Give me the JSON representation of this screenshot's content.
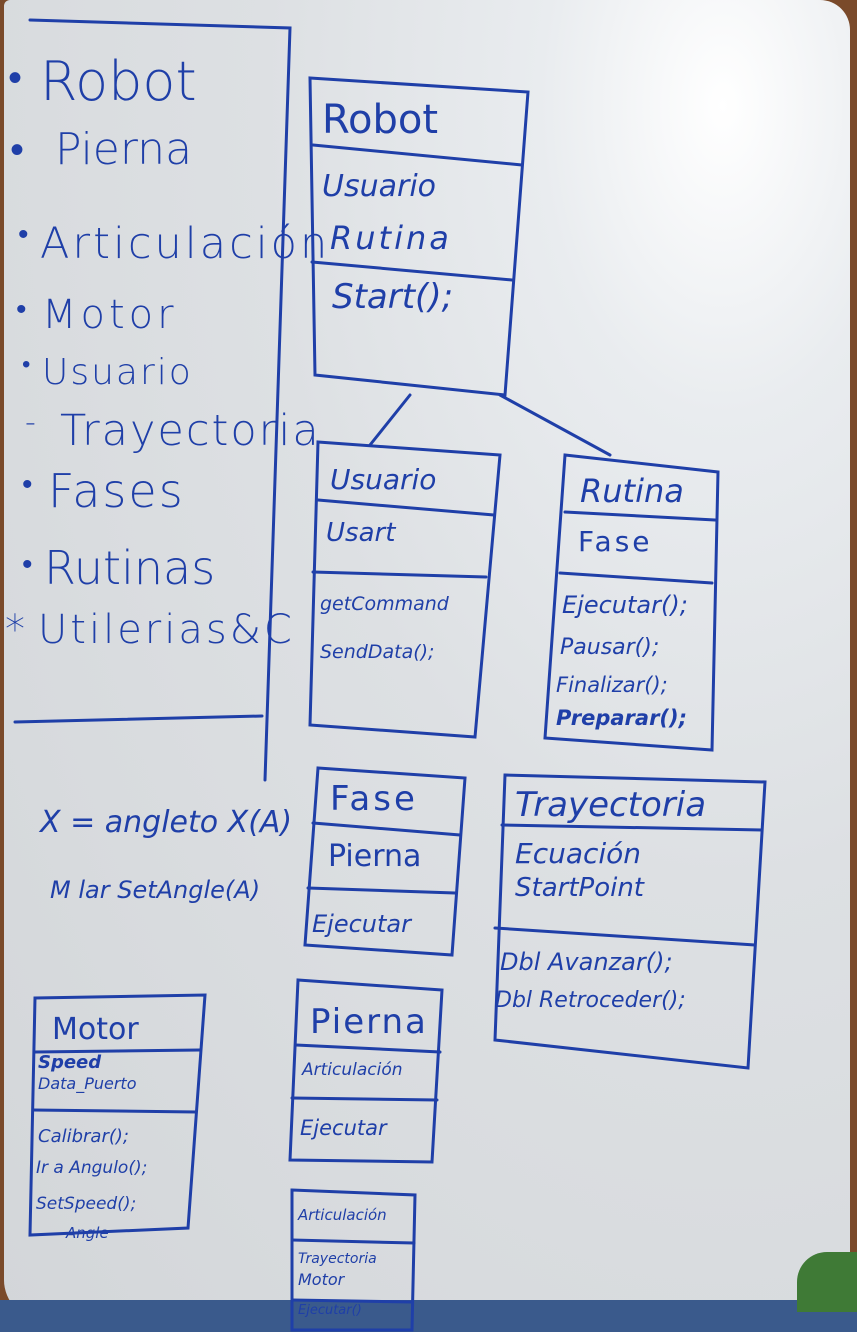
{
  "board": {
    "list": [
      "Robot",
      "Pierna",
      "Articulación",
      "Motor",
      "Usuario",
      "Trayectoria",
      "Fases",
      "Rutinas",
      "Utilerias&C"
    ],
    "notes": [
      "X = angleto X(A)",
      "M lar SetAngle(A)"
    ],
    "robot": {
      "title": "Robot",
      "attrs": [
        "Usuario",
        "Rutina"
      ],
      "methods": [
        "Start();"
      ]
    },
    "usuario": {
      "title": "Usuario",
      "attrs": [
        "Usart"
      ],
      "methods": [
        "getCommand",
        "SendData();"
      ]
    },
    "rutina": {
      "title": "Rutina",
      "attrs": [
        "Fase"
      ],
      "methods": [
        "Ejecutar();",
        "Pausar();",
        "Finalizar();",
        "Preparar();"
      ]
    },
    "fase": {
      "title": "Fase",
      "attrs": [
        "Pierna"
      ],
      "methods": [
        "Ejecutar"
      ]
    },
    "trayectoria": {
      "title": "Trayectoria",
      "attrs": [
        "Ecuación",
        "StartPoint"
      ],
      "methods": [
        "Dbl Avanzar();",
        "Dbl Retroceder();"
      ]
    },
    "pierna": {
      "title": "Pierna",
      "attrs": [
        "Articulación"
      ],
      "methods": [
        "Ejecutar"
      ]
    },
    "motor": {
      "title": "Motor",
      "attrs": [
        "Speed",
        "Data_Puerto"
      ],
      "methods": [
        "Calibrar();",
        "Ir a Angulo();",
        "SetSpeed();",
        "Angle"
      ]
    },
    "articulacion": {
      "title": "Articulación",
      "attrs": [
        "Trayectoria",
        "Motor"
      ],
      "methods": [
        "Ejecutar()"
      ]
    }
  },
  "colors": {
    "ink": "#1f3fa8",
    "board": "#dde0e3",
    "frame": "#7a4a2a"
  }
}
